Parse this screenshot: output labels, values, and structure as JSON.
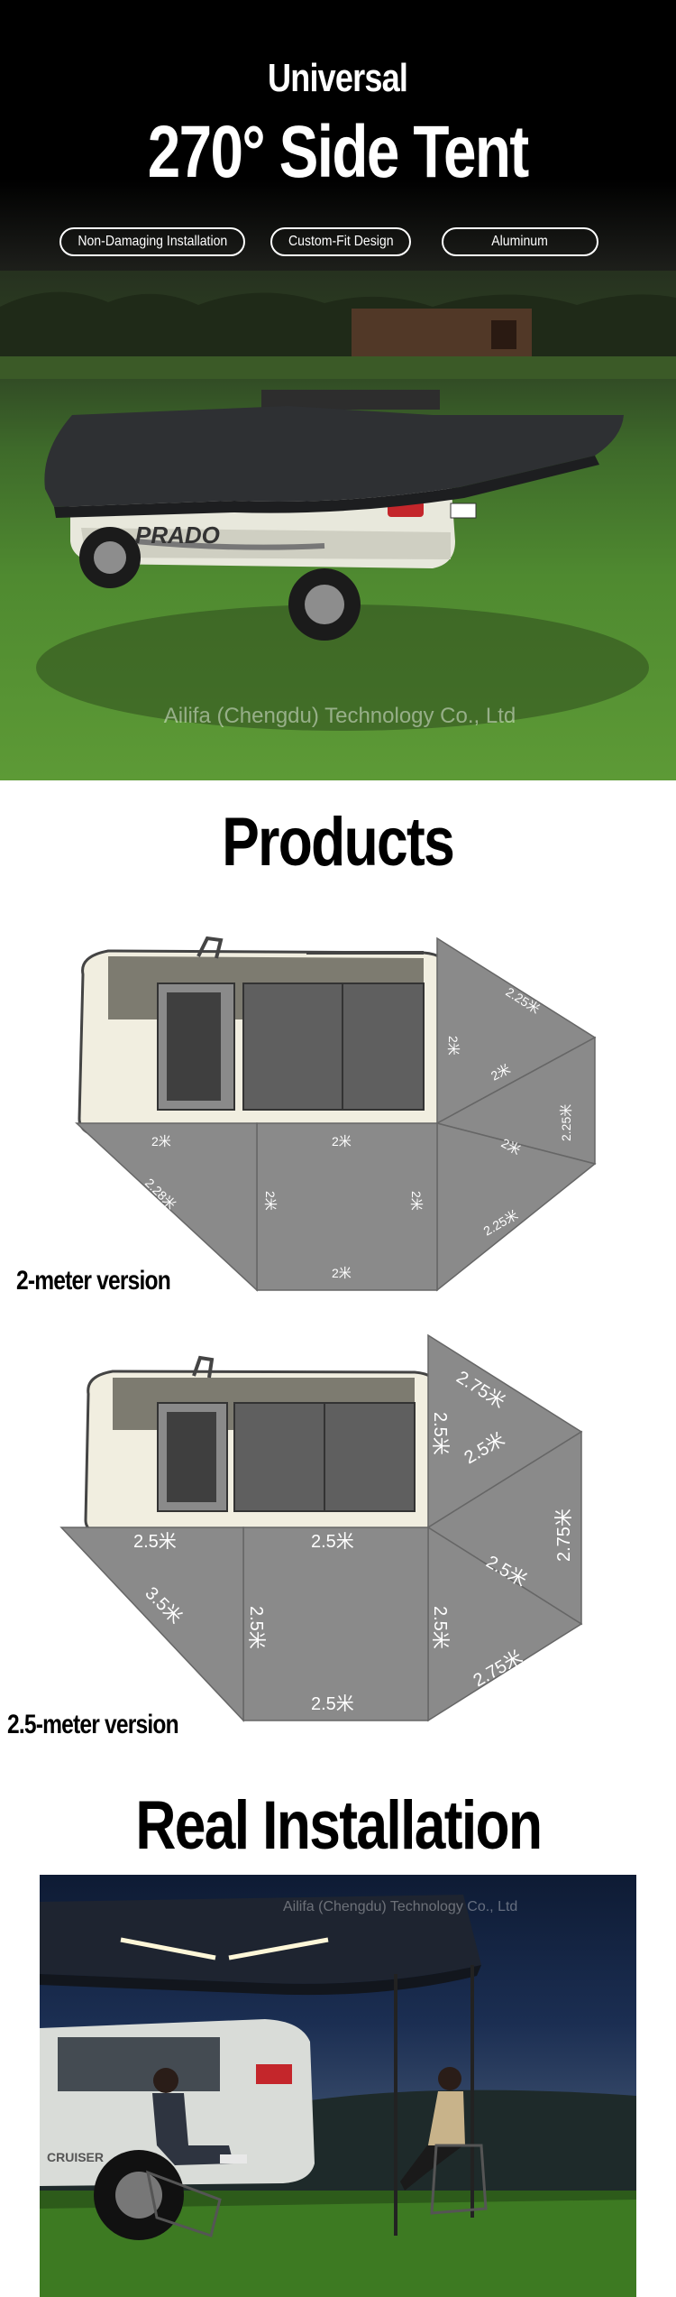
{
  "hero": {
    "title_line1": "Universal",
    "title_line2": "270° Side Tent",
    "features": [
      "Non-Damaging Installation",
      "Custom-Fit Design",
      "Aluminum"
    ],
    "watermark": "Ailifa (Chengdu) Technology Co., Ltd",
    "vehicle_badge": "PRADO"
  },
  "products": {
    "title": "Products",
    "version_2m": {
      "label": "2-meter version",
      "dims": {
        "top_tri_side": "2.25米",
        "top_tri_short": "2米",
        "top_tri_inner": "2米",
        "right_mid_inner": "2米",
        "right_mid_side": "2.25米",
        "bottom_right_side": "2.25米",
        "left_top": "2米",
        "mid_top": "2米",
        "left_diag": "2.28米",
        "left_vert": "2米",
        "right_vert": "2米",
        "bottom": "2米"
      }
    },
    "version_25m": {
      "label": "2.5-meter version",
      "dims": {
        "top_tri_side": "2.75米",
        "top_tri_short": "2.5米",
        "top_tri_inner": "2.5米",
        "right_mid_side": "2.75米",
        "right_mid_inner": "2.5米",
        "bottom_right_side": "2.75米",
        "left_top": "2.5米",
        "mid_top": "2.5米",
        "left_diag": "3.5米",
        "left_vert": "2.5米",
        "right_vert": "2.5米",
        "bottom": "2.5米"
      }
    }
  },
  "installation": {
    "title": "Real Installation",
    "watermark": "Ailifa (Chengdu) Technology Co., Ltd",
    "vehicle_badge": "CRUISER"
  },
  "colors": {
    "tent_gray": "#8a8a8a",
    "tent_dark": "#3a3c3e",
    "grass": "#5d9a36"
  }
}
